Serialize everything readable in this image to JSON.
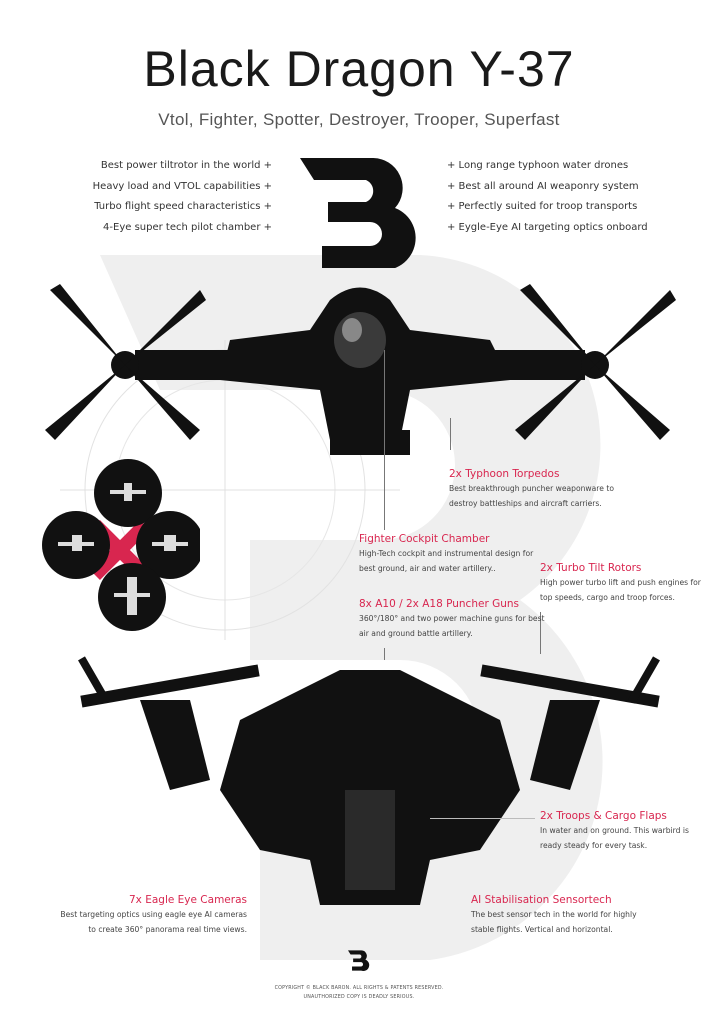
{
  "header": {
    "title": "Black Dragon Y-37",
    "subtitle": "Vtol, Fighter, Spotter, Destroyer, Trooper, Superfast"
  },
  "features_left": [
    "Best power tiltrotor in the world  +",
    "Heavy load and VTOL capabilities  +",
    "Turbo flight speed characteristics +",
    "4-Eye super tech pilot chamber  +"
  ],
  "features_right": [
    "+  Long range typhoon water drones",
    "+  Best all around AI weaponry system",
    "+  Perfectly suited for troop transports",
    "+  Eygle-Eye AI targeting optics onboard"
  ],
  "callouts": {
    "torpedos": {
      "title": "2x Typhoon Torpedos",
      "lines": [
        "Best breakthrough puncher weaponware to",
        "destroy battleships and aircraft carriers."
      ]
    },
    "cockpit": {
      "title": "Fighter Cockpit Chamber",
      "lines": [
        "High-Tech cockpit and instrumental design for",
        "best ground, air and water artillery.."
      ]
    },
    "rotors": {
      "title": "2x Turbo Tilt Rotors",
      "lines": [
        "High power turbo lift and push engines for",
        "top speeds, cargo and troop forces."
      ]
    },
    "guns": {
      "title": "8x A10 / 2x A18 Puncher Guns",
      "lines": [
        "360°/180° and two power machine guns for best",
        "air and ground battle artillery."
      ]
    },
    "flaps": {
      "title": "2x Troops & Cargo Flaps",
      "lines": [
        "In water and on ground. This warbird  is",
        "ready steady for every task."
      ]
    },
    "cameras": {
      "title": "7x Eagle Eye Cameras",
      "lines": [
        "Best targeting optics using eagle eye AI cameras",
        "to create 360° panorama real time views."
      ]
    },
    "sensor": {
      "title": "AI Stabilisation Sensortech",
      "lines": [
        "The best sensor tech in the world for highly",
        "stable flights. Vertical and horizontal."
      ]
    }
  },
  "footer": {
    "copyright": "COPYRIGHT © BLACK BARON. ALL RIGHTS & PATENTS RESERVED.",
    "notice": "UNAUTHORIZED COPY IS DEADLY SERIOUS."
  },
  "colors": {
    "accent": "#d8264f",
    "dark": "#111111",
    "watermark": "#eeeeee"
  }
}
